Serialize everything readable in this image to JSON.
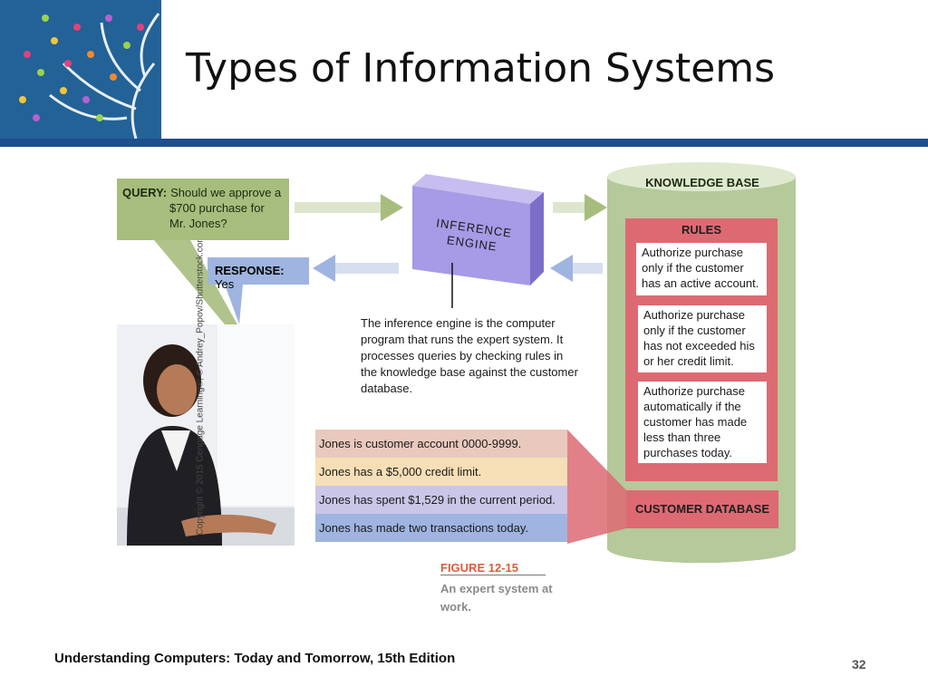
{
  "slide": {
    "title": "Types of Information Systems",
    "footer": "Understanding Computers: Today and Tomorrow, 15th Edition",
    "page_number": "32"
  },
  "figure": {
    "query_label": "QUERY:",
    "query_lines": [
      "Should we approve a",
      "$700 purchase for",
      "Mr. Jones?"
    ],
    "response_label": "RESPONSE:",
    "response_value": "Yes",
    "engine_lines": [
      "INFERENCE",
      "ENGINE"
    ],
    "explanation": "The inference engine is the computer program that runs the expert system. It processes queries by checking rules in the knowledge base against the customer database.",
    "facts": [
      "Jones is customer account 0000-9999.",
      "Jones has a $5,000 credit limit.",
      "Jones has spent $1,529 in the current period.",
      "Jones has made two transactions today."
    ],
    "fact_colors": [
      "#e9c9bd",
      "#f6dfb6",
      "#c9c6e7",
      "#9fb4e0"
    ],
    "knowledge_base_label": "KNOWLEDGE BASE",
    "rules_label": "RULES",
    "rules": [
      "Authorize purchase only if the customer has an active account.",
      "Authorize purchase only if the customer has not exceeded his or her credit limit.",
      "Authorize purchase automatically if the customer has made less than three purchases today."
    ],
    "customer_database_label": "CUSTOMER DATABASE",
    "figure_number": "FIGURE 12-15",
    "caption": "An expert system at work.",
    "copyright": "Copyright © 2015 Cengage Learning®; © Andrey_Popov/Shutterstock.com"
  }
}
